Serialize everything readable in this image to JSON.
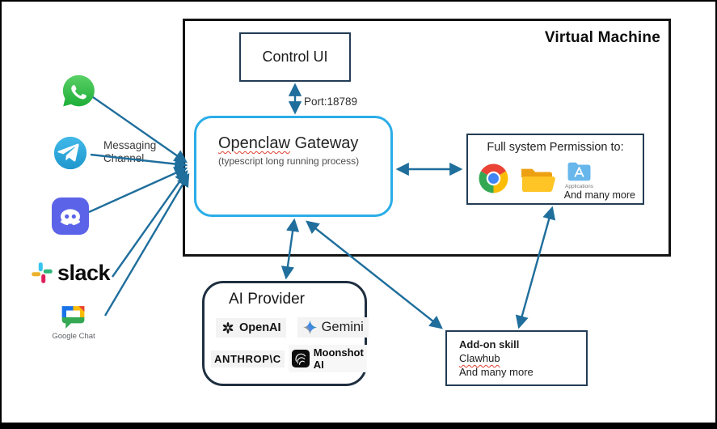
{
  "virtual_machine": {
    "title": "Virtual Machine"
  },
  "control_ui": {
    "label": "Control UI"
  },
  "connection": {
    "port_label": "Port:18789"
  },
  "gateway": {
    "name_flagged": "Openclaw",
    "name_rest": " Gateway",
    "subtitle": "(typescript long running process)"
  },
  "permissions": {
    "title": "Full system Permission to:",
    "applications_caption": "Applications",
    "more_label": "And many more",
    "icons": [
      "chrome",
      "folder",
      "applications-folder"
    ]
  },
  "messaging": {
    "label": "Messaging\nChannel",
    "apps": [
      "WhatsApp",
      "Telegram",
      "Discord",
      "Slack",
      "Google Chat"
    ],
    "slack_wordmark": "slack",
    "google_chat_caption": "Google Chat"
  },
  "ai_provider": {
    "title": "AI Provider",
    "openai_label": "OpenAI",
    "gemini_label": "Gemini",
    "anthropic_label": "ANTHROP\\C",
    "moonshot_label": "Moonshot AI"
  },
  "addon_skill": {
    "title": "Add-on skill",
    "item_flagged": "Clawhub",
    "more_label": "And many more"
  },
  "colors": {
    "arrow": "#1f6e9c",
    "gateway_border": "#2bade8",
    "box_border": "#233c55",
    "vm_border": "#131313",
    "squiggle": "#e0402f"
  }
}
